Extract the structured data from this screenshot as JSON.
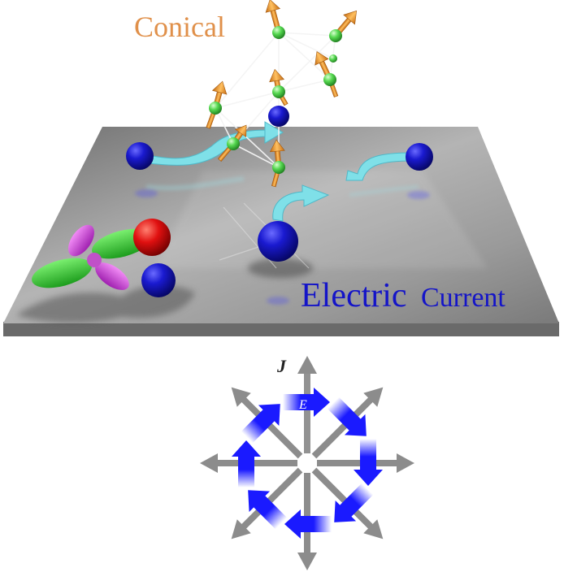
{
  "labels": {
    "conical": "Conical",
    "electric": "Electric",
    "current": "Current",
    "j_axis": "J",
    "e_field": "E"
  },
  "colors": {
    "conical_text": "#e0904a",
    "current_text": "#1414c8",
    "plate_top": "#8f8f8f",
    "plate_edge": "#6c6c6c",
    "electron_blue": "#1010b8",
    "trail_cyan": "#7fe0e8",
    "spin_green": "#5ee05e",
    "spin_arrow_orange": "#f0a030",
    "orbital_green": "#3ad03a",
    "orbital_magenta": "#d040d8",
    "orbital_red": "#e01010",
    "vector_gray": "#8a8a8a",
    "vector_blue": "#1a1aff"
  }
}
